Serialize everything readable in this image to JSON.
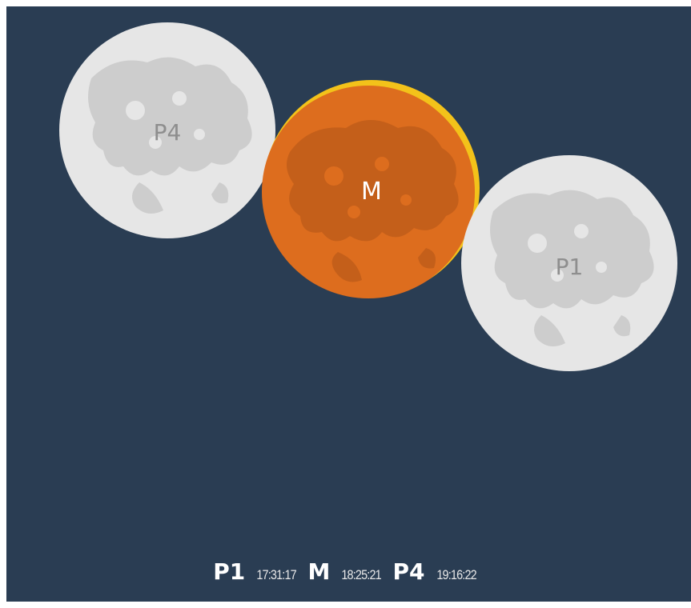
{
  "diagram": {
    "moons": [
      {
        "id": "p4",
        "label": "P4"
      },
      {
        "id": "m",
        "label": "M"
      },
      {
        "id": "p1",
        "label": "P1"
      }
    ]
  },
  "timeline": {
    "p1_label": "P1",
    "p1_time": "17:31:17",
    "m_label": "M",
    "m_time": "18:25:21",
    "p4_label": "P4",
    "p4_time": "19:16:22"
  },
  "colors": {
    "background": "#2a3d53",
    "penumbral_moon": "#e6e6e6",
    "penumbral_maria": "#cdcdcd",
    "eclipsed_moon": "#dd6d1e",
    "eclipsed_maria": "#c45f1a",
    "rim": "#f3c21a"
  }
}
